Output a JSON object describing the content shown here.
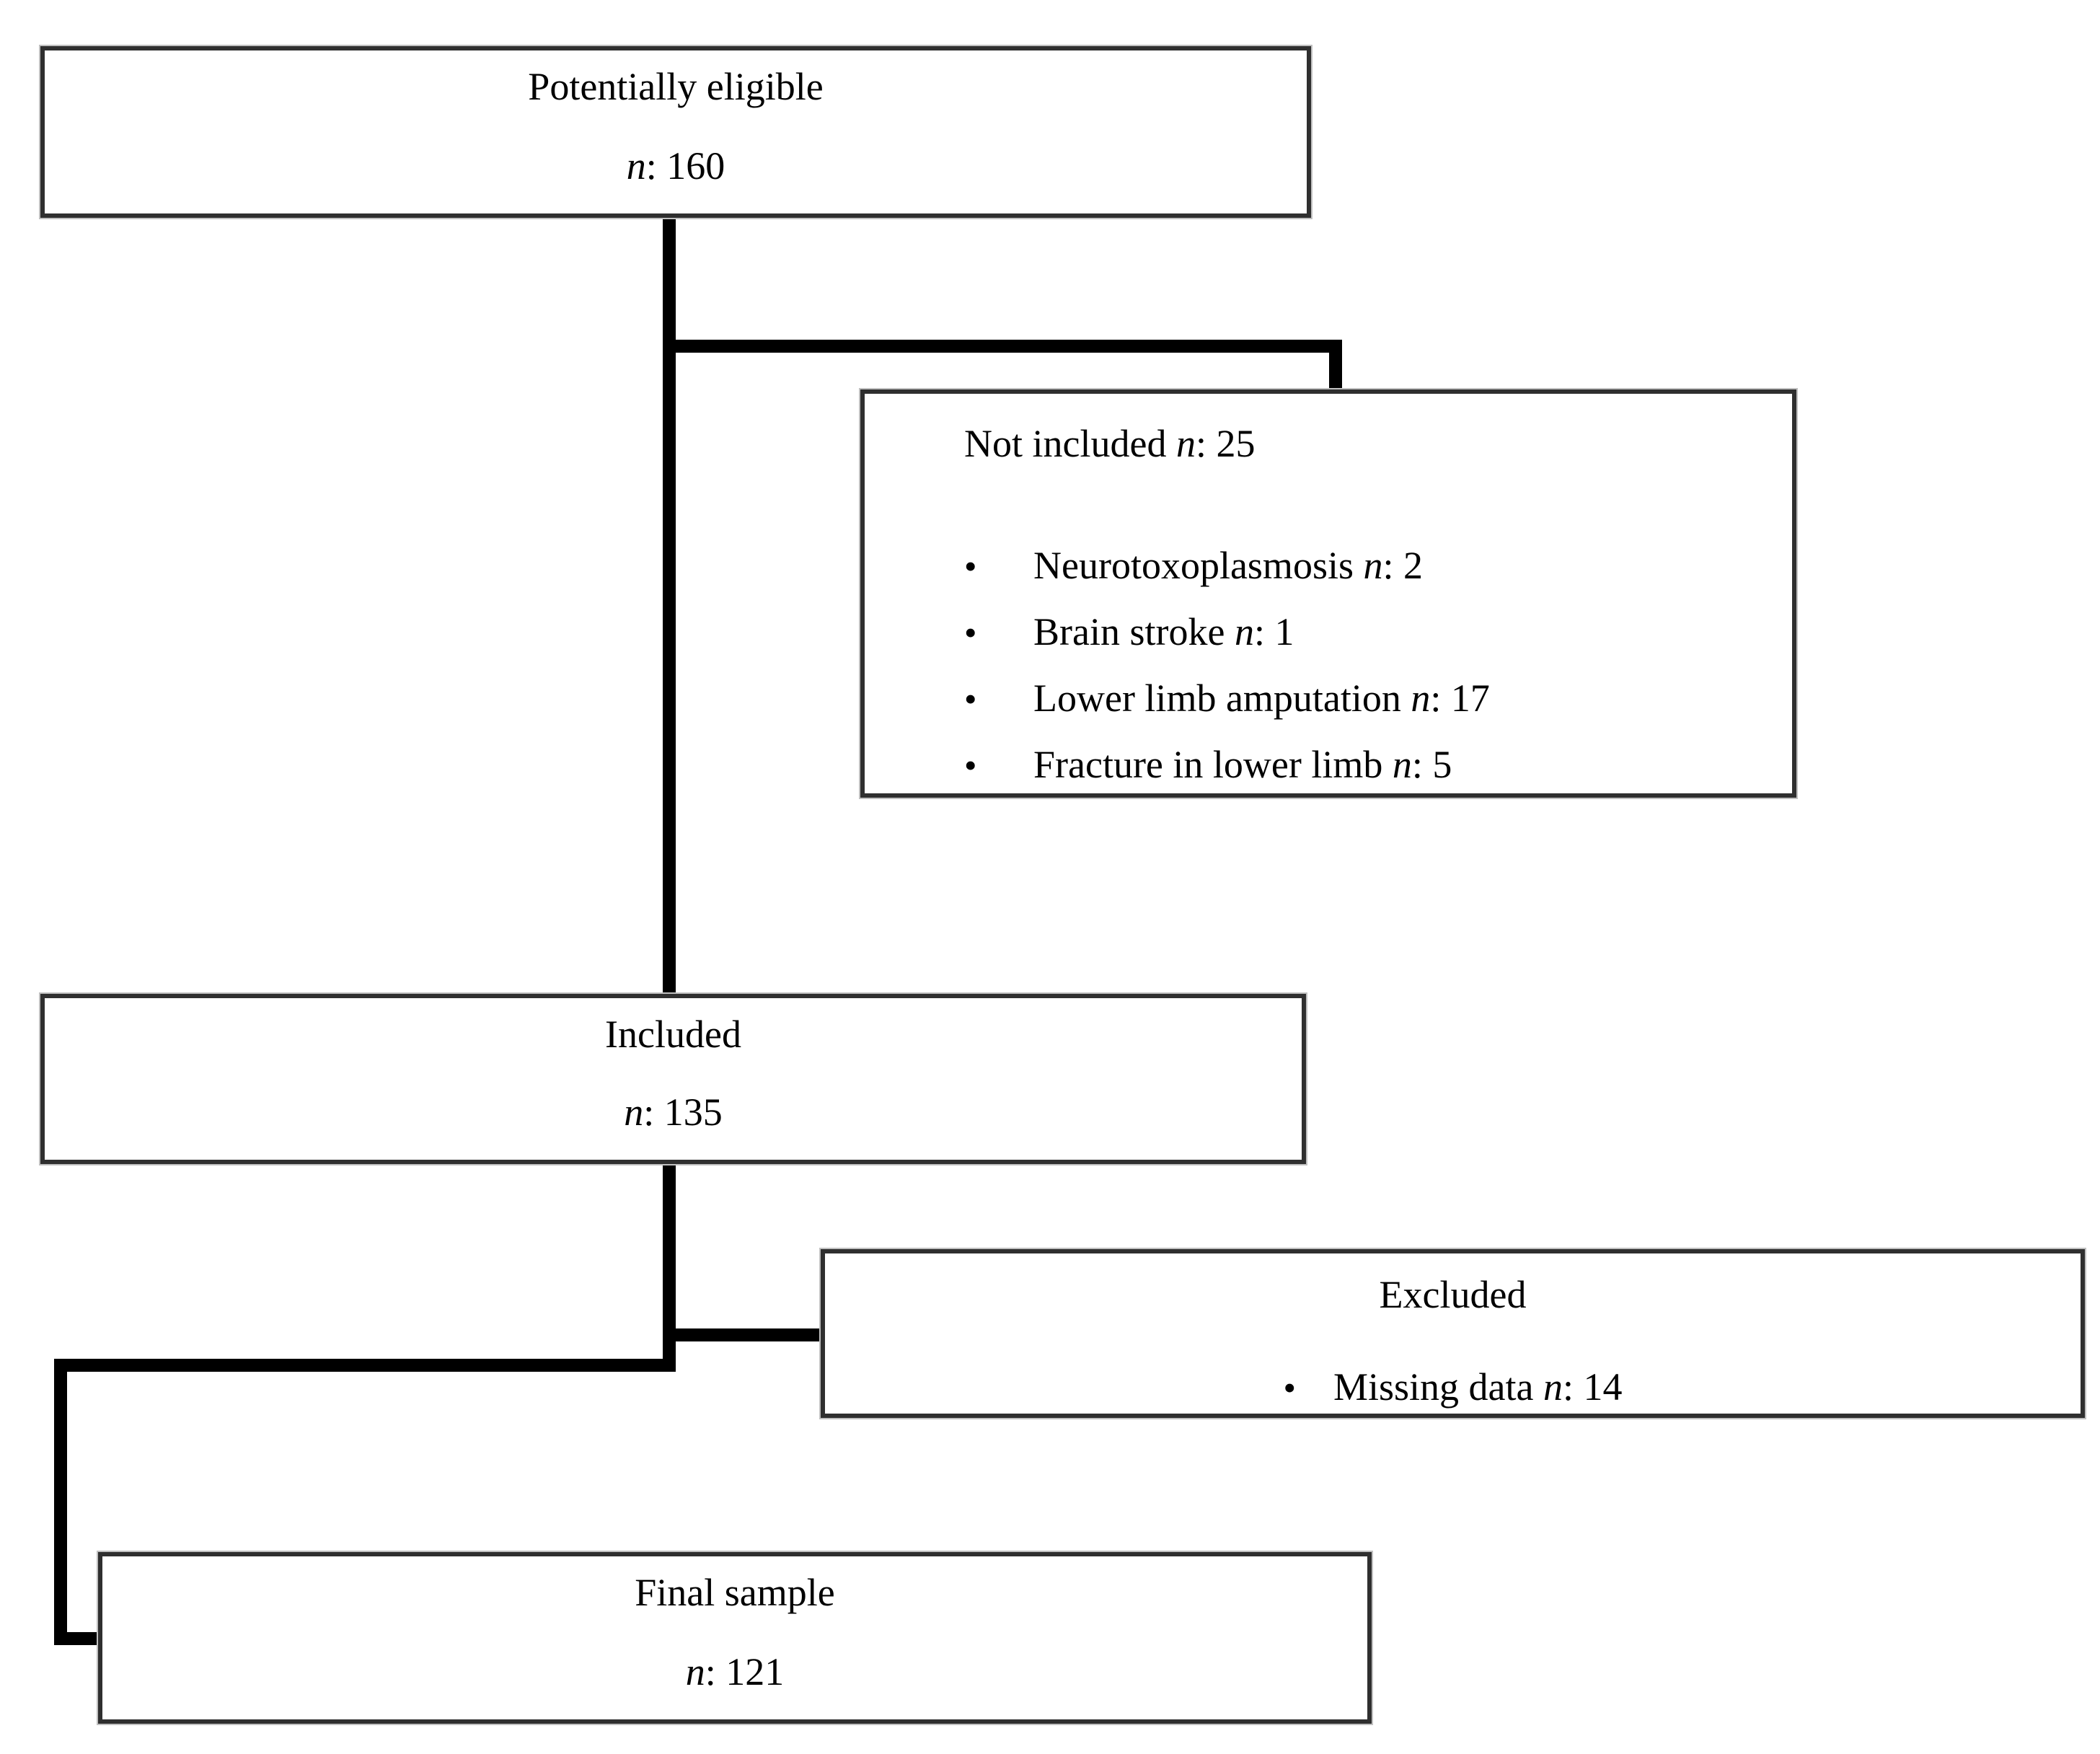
{
  "bullet_char": "•",
  "colors": {
    "line": "#000000",
    "box_border": "#2f2f2f",
    "background": "#ffffff",
    "text": "#000000"
  },
  "flow": {
    "potentially_eligible": {
      "title": "Potentially eligible",
      "n_italic": "n",
      "n_rest": ": 160"
    },
    "not_included": {
      "heading_text": "Not included ",
      "heading_n": "n",
      "heading_rest": ": 25",
      "items": [
        {
          "text": "Neurotoxoplasmosis ",
          "n": "n",
          "rest": ": 2"
        },
        {
          "text": "Brain stroke ",
          "n": "n",
          "rest": ": 1"
        },
        {
          "text": "Lower limb amputation ",
          "n": "n",
          "rest": ": 17"
        },
        {
          "text": "Fracture in lower limb ",
          "n": "n",
          "rest": ": 5"
        }
      ]
    },
    "included": {
      "title": "Included",
      "n_italic": "n",
      "n_rest": ": 135"
    },
    "excluded": {
      "title": "Excluded",
      "items": [
        {
          "text": "Missing data ",
          "n": "n",
          "rest": ": 14"
        }
      ]
    },
    "final_sample": {
      "title": "Final sample",
      "n_italic": "n",
      "n_rest": ": 121"
    }
  }
}
